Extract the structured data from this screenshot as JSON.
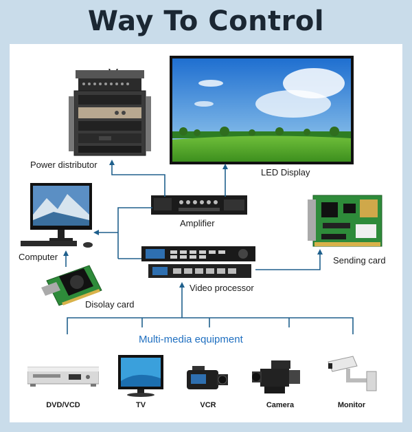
{
  "title": "Way To Control",
  "nodes": {
    "power_distributor": "Power distributor",
    "led_display": "LED Display",
    "amplifier": "Amplifier",
    "computer": "Computer",
    "sending_card": "Sending card",
    "video_processor": "Video processor",
    "display_card": "Disolay card"
  },
  "multimedia": {
    "label": "Multi-media equipment",
    "devices": [
      "DVD/VCD",
      "TV",
      "VCR",
      "Camera",
      "Monitor"
    ]
  },
  "colors": {
    "arrow": "#1e5f8c",
    "accent_text": "#1f6fc0",
    "background": "#c9dcea"
  }
}
